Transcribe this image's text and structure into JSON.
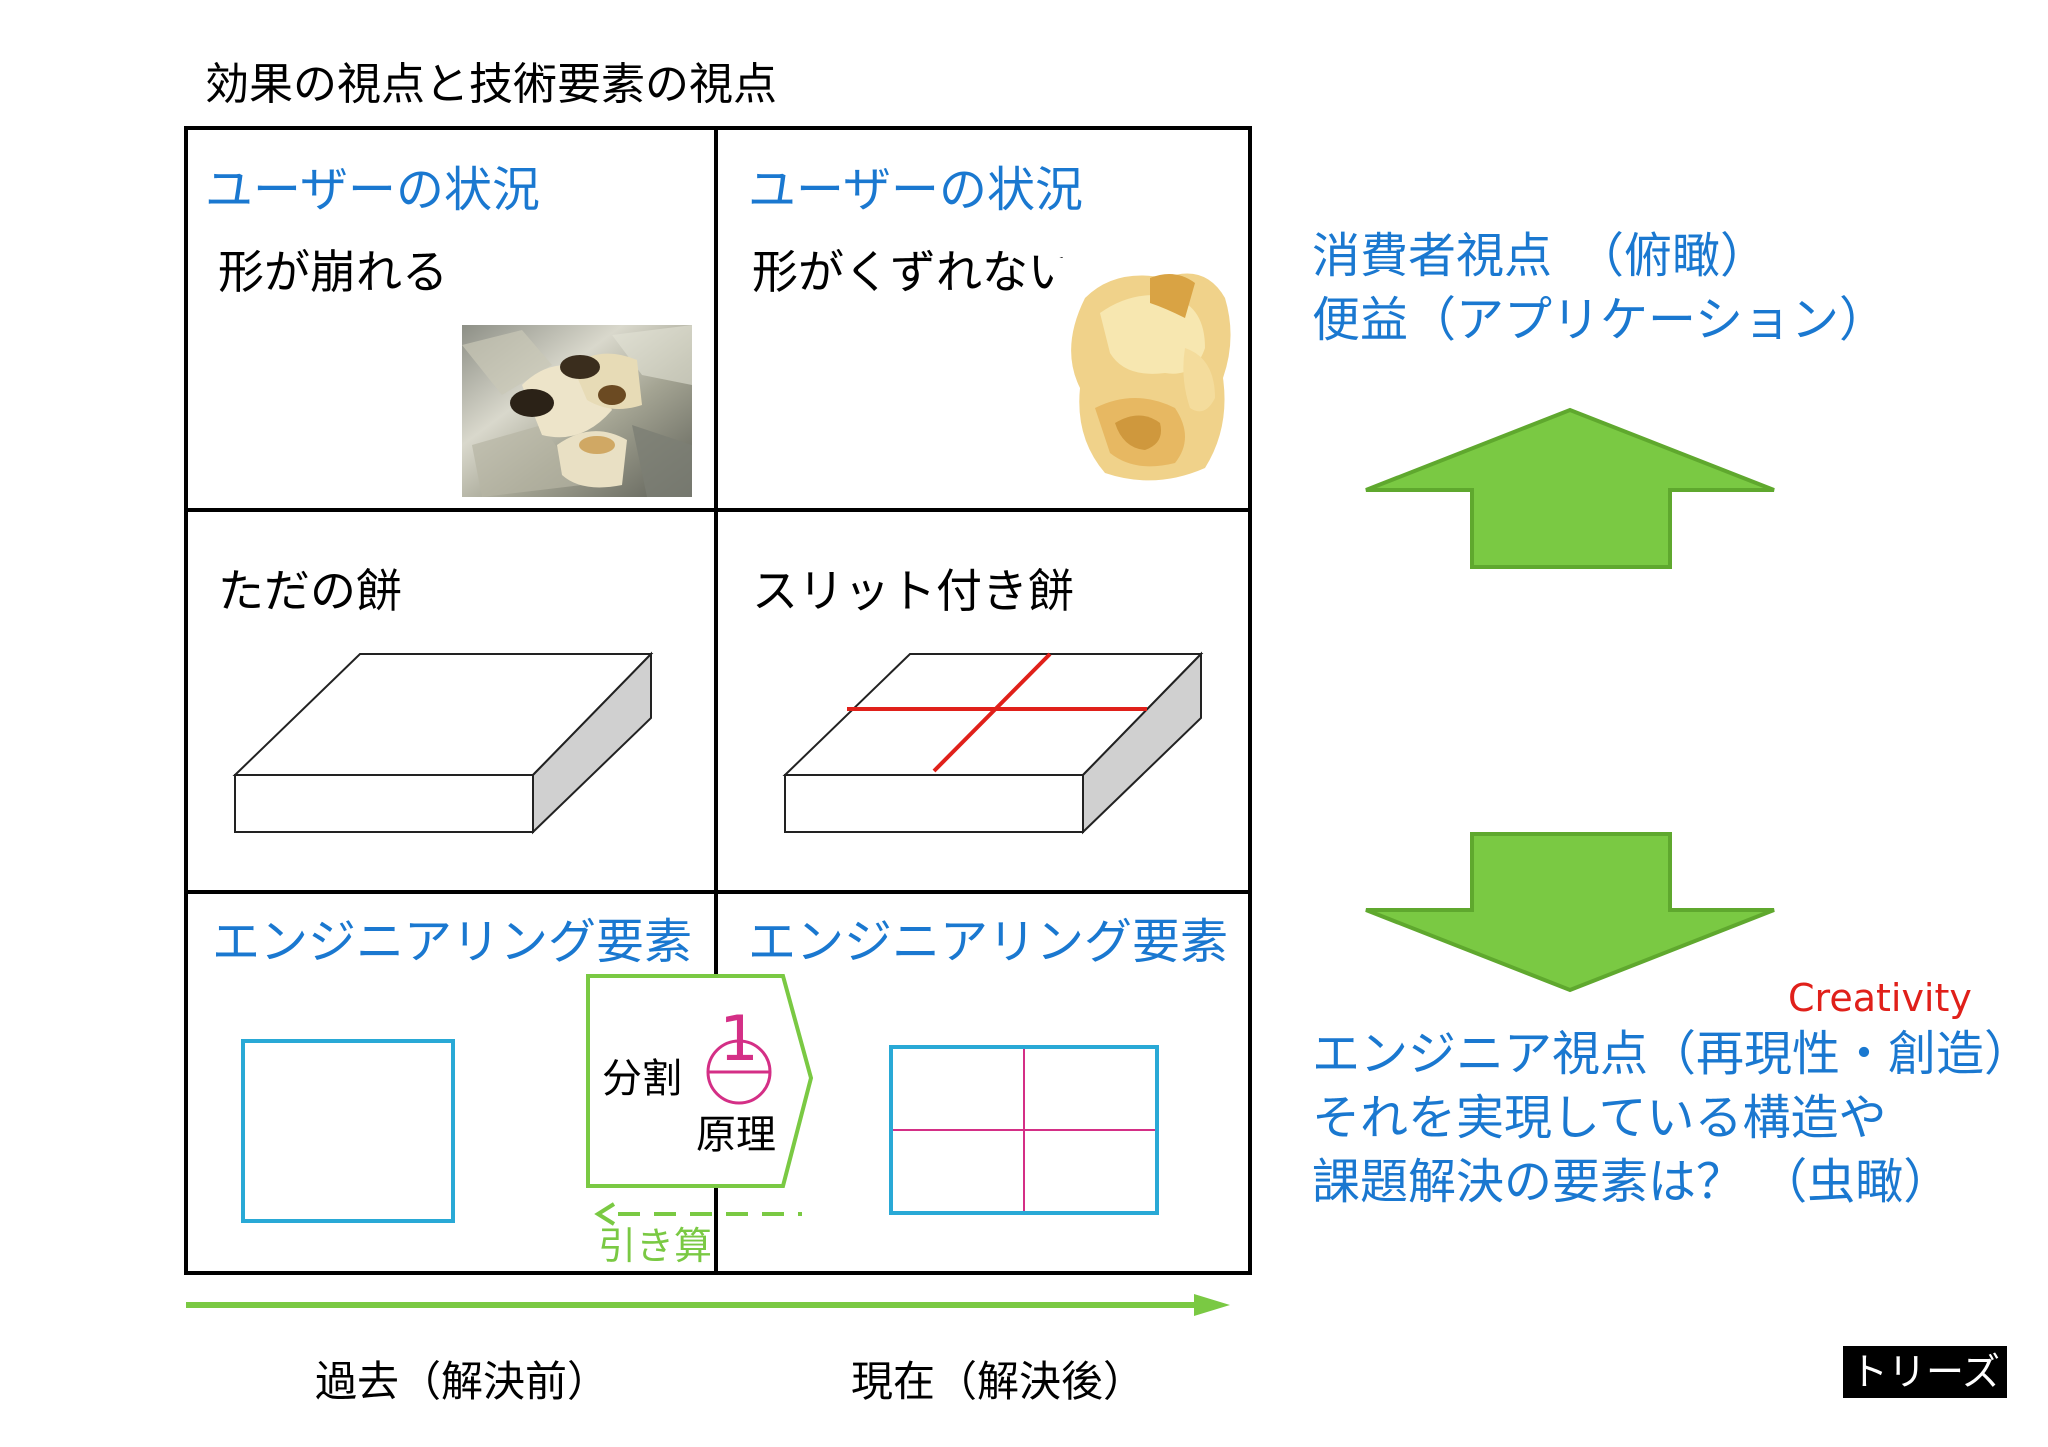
{
  "title": "効果の視点と技術要素の視点",
  "grid": {
    "top_left": {
      "heading": "ユーザーの状況",
      "text": "形が崩れる"
    },
    "top_right": {
      "heading": "ユーザーの状況",
      "text": "形がくずれない"
    },
    "mid_left": {
      "text": "ただの餅"
    },
    "mid_right": {
      "text": "スリット付き餅"
    },
    "bottom_left": {
      "heading": "エンジニアリング要素"
    },
    "bottom_right": {
      "heading": "エンジニアリング要素"
    }
  },
  "principle": {
    "number": "1",
    "line1": "分割",
    "line2": "原理",
    "subtract_label": "引き算"
  },
  "right_panel": {
    "consumer_line1": "消費者視点　（俯瞰）",
    "consumer_line2": "便益（アプリケーション）",
    "creativity": "Creativity",
    "engineer_line1": "エンジニア視点（再現性・創造）",
    "engineer_line2": "それを実現している構造や",
    "engineer_line3": "課題解決の要素は？ （虫瞰）"
  },
  "timeline": {
    "past": "過去（解決前）",
    "present": "現在（解決後）"
  },
  "logo": "トリーズ",
  "colors": {
    "blue_text": "#1a78d0",
    "arrow_green": "#7ac943",
    "arrow_green_border": "#5fa82e",
    "cyan_box": "#29a9d6",
    "magenta_line": "#d42f86",
    "red_slit": "#e0201a",
    "creativity_red": "#e0201a"
  }
}
